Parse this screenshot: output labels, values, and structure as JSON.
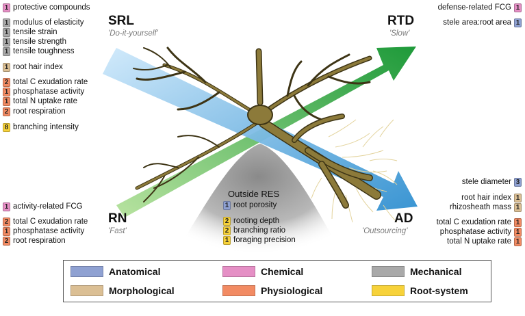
{
  "colors": {
    "anatomical": "#8fa1d2",
    "chemical": "#e58fc5",
    "mechanical": "#a9a9a9",
    "morphological": "#dbbf94",
    "physiological": "#f28b63",
    "root_system": "#f7d23a",
    "arrow_blue": "#7dc1ef",
    "arrow_green": "#3bb54a",
    "root_brown": "#8c7a3a",
    "fine_root": "#e3d39c"
  },
  "strategies": {
    "srl": {
      "name": "SRL",
      "sub": "'Do-it-yourself'"
    },
    "rtd": {
      "name": "RTD",
      "sub": "'Slow'"
    },
    "rn": {
      "name": "RN",
      "sub": "'Fast'"
    },
    "ad": {
      "name": "AD",
      "sub": "'Outsourcing'"
    }
  },
  "outside_res": {
    "title": "Outside RES"
  },
  "legend": [
    {
      "key": "anatomical",
      "label": "Anatomical"
    },
    {
      "key": "chemical",
      "label": "Chemical"
    },
    {
      "key": "mechanical",
      "label": "Mechanical"
    },
    {
      "key": "morphological",
      "label": "Morphological"
    },
    {
      "key": "physiological",
      "label": "Physiological"
    },
    {
      "key": "root_system",
      "label": "Root-system"
    }
  ],
  "traits": {
    "srl": [
      {
        "n": "1",
        "label": "protective compounds",
        "cat": "chemical"
      },
      {
        "n": "1",
        "label": "modulus of elasticity",
        "cat": "mechanical"
      },
      {
        "n": "1",
        "label": "tensile strain",
        "cat": "mechanical"
      },
      {
        "n": "1",
        "label": "tensile strength",
        "cat": "mechanical"
      },
      {
        "n": "1",
        "label": "tensile toughness",
        "cat": "mechanical"
      },
      {
        "n": "1",
        "label": "root hair index",
        "cat": "morphological"
      },
      {
        "n": "2",
        "label": "total C exudation rate",
        "cat": "physiological"
      },
      {
        "n": "1",
        "label": "phosphatase activity",
        "cat": "physiological"
      },
      {
        "n": "1",
        "label": "total N uptake rate",
        "cat": "physiological"
      },
      {
        "n": "2",
        "label": "root respiration",
        "cat": "physiological"
      },
      {
        "n": "8",
        "label": "branching intensity",
        "cat": "root_system"
      }
    ],
    "rtd": [
      {
        "n": "1",
        "label": "defense-related FCG",
        "cat": "chemical"
      },
      {
        "n": "1",
        "label": "stele area:root area",
        "cat": "anatomical"
      }
    ],
    "rn": [
      {
        "n": "1",
        "label": "activity-related FCG",
        "cat": "chemical"
      },
      {
        "n": "2",
        "label": "total C exudation rate",
        "cat": "physiological"
      },
      {
        "n": "1",
        "label": "phosphatase activity",
        "cat": "physiological"
      },
      {
        "n": "2",
        "label": "root respiration",
        "cat": "physiological"
      }
    ],
    "ad": [
      {
        "n": "3",
        "label": "stele diameter",
        "cat": "anatomical"
      },
      {
        "n": "1",
        "label": "root hair index",
        "cat": "morphological"
      },
      {
        "n": "1",
        "label": "rhizosheath mass",
        "cat": "morphological"
      },
      {
        "n": "1",
        "label": "total C exudation rate",
        "cat": "physiological"
      },
      {
        "n": "1",
        "label": "phosphatase activity",
        "cat": "physiological"
      },
      {
        "n": "1",
        "label": "total N uptake rate",
        "cat": "physiological"
      }
    ],
    "outside": [
      {
        "n": "1",
        "label": "root porosity",
        "cat": "anatomical"
      },
      {
        "n": "2",
        "label": "rooting depth",
        "cat": "root_system"
      },
      {
        "n": "2",
        "label": "branching ratio",
        "cat": "root_system"
      },
      {
        "n": "1",
        "label": "foraging precision",
        "cat": "root_system"
      }
    ]
  }
}
